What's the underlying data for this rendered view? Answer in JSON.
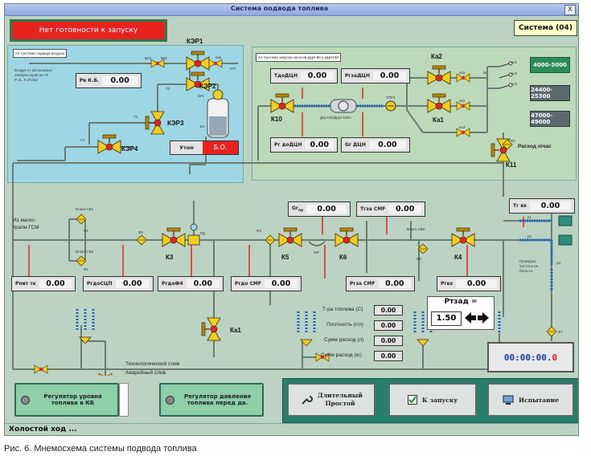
{
  "window": {
    "title": "Система подвода топлива",
    "close_label": "X"
  },
  "status": {
    "not_ready": "Нет готовности к запуску",
    "system": "Система (04)",
    "mode": "Холостой ход ..."
  },
  "caption": "Рис. 6. Мнемосхема системы подвода топлива",
  "zones": {
    "a2": "А2 Система подвода воздуха",
    "a3": "А3 Система запуска насосов ДЦН-80 и ДЦН100",
    "a2_note_lines": [
      "Воздух от автономных",
      "компрессоров на 70",
      "Р=5...6 кГс/м2"
    ]
  },
  "gauges": {
    "pvkb": {
      "label": "Рв К.Б.",
      "value": "0.00"
    },
    "tdcn": {
      "label": "ТдоДЦН",
      "value": "0.00"
    },
    "rzadcn": {
      "label": "РгзаДЦН",
      "value": "0.00"
    },
    "rgdo": {
      "label": "Рг доДЦН",
      "value": "0.00"
    },
    "grdcn": {
      "label": "Gr ДЦН",
      "value": "0.00"
    },
    "grp": {
      "label": "Gr",
      "sub": "пр",
      "value": "0.00"
    },
    "tzasmf": {
      "label": "Тгза СМF",
      "value": "0.00"
    },
    "trvx": {
      "label": "Тг вх",
      "value": "0.00"
    },
    "rpitk": {
      "label": "Рпит тк",
      "value": "0.00"
    },
    "rdoscp": {
      "label": "РгдоСЦП",
      "value": "0.00"
    },
    "rdof4": {
      "label": "РгдоФ4",
      "value": "0.00"
    },
    "rdosmf": {
      "label": "Ргдо СМF",
      "value": "0.00"
    },
    "rzasmf": {
      "label": "Ргза СМF",
      "value": "0.00"
    },
    "rvx": {
      "label": "Ргвх",
      "value": "0.00"
    }
  },
  "utop": {
    "label": "Утоп",
    "value": "Б.О."
  },
  "valves": {
    "ker1": "КЭР1",
    "ker2": "КЭР2",
    "ker3": "КЭР3",
    "ker4": "КЭР4",
    "k10": "К10",
    "ka2": "Ка2",
    "ka1_top": "Ка1",
    "k11": "К11",
    "k3": "К3",
    "k5": "К5",
    "k6": "К6",
    "k4": "К4",
    "ka1": "Ка1"
  },
  "small_labels": {
    "b02": "Б02",
    "b01": "Б01",
    "ka5": "ка5",
    "ktg": "КТГ",
    "t2": "Т2",
    "zu1": "ЗУ1",
    "b1": "Б1",
    "t1": "Т1",
    "g3": "Г3",
    "pump": "ДЦН-80/ДЦН-100А",
    "tpr1": "ТПР1",
    "sh": "Ш",
    "ka3_1": "ка3",
    "ka3_2": "ка3",
    "ka3_3": "ка3",
    "ko1": "ко1",
    "ko2": "ко2",
    "ko3": "ко3",
    "flow": "Расход л/час",
    "from_gsm_1": "Из магис-",
    "from_gsm_2": "трали ГСМ",
    "vlaga1": "Влага СВ1",
    "vlaga2": "Влага СВ2",
    "vlaga3": "Влага СВ3",
    "f1": "Ф1",
    "f2": "Ф2",
    "f3": "Ф3",
    "rd": "РД",
    "f4": "Ф4",
    "mr": "МР",
    "f5": "Ф5",
    "f6": "Ф6",
    "f7": "Ф7",
    "r1": "р1",
    "r2": "р2",
    "r3": "р3",
    "check1": "Проверка",
    "check2": "чистоты на",
    "check3": "батисте",
    "tech_drain": "Технологический слив",
    "emergency_drain": "Аварийный слив"
  },
  "range_buttons": [
    "4000-5000",
    "24400-25300",
    "47000-49000"
  ],
  "stats": [
    {
      "label": "Т-ра топлива (С)",
      "value": "0.00"
    },
    {
      "label": "Плотность (г/л)",
      "value": "0.00"
    },
    {
      "label": "Сумм расход (л)",
      "value": "0.00"
    },
    {
      "label": "Сумм расход (кг)",
      "value": "0.00"
    }
  ],
  "rzad": {
    "label": "Ртзад =",
    "value": "1.50"
  },
  "timer": {
    "main": "00:00:00.",
    "last": "0"
  },
  "buttons": {
    "reg_level": "Регулятор уровня топлива в КБ",
    "reg_pressure": "Регулятор давления топлива перед дв.",
    "long_idle_1": "Длительный",
    "long_idle_2": "Простой",
    "to_start": "К запуску",
    "test": "Испытание"
  },
  "colors": {
    "zone_a2": "#9fd6e4",
    "zone_a3": "#bcd9b9",
    "alarm": "#e8231f",
    "valve_body": "#f2cf1f"
  }
}
